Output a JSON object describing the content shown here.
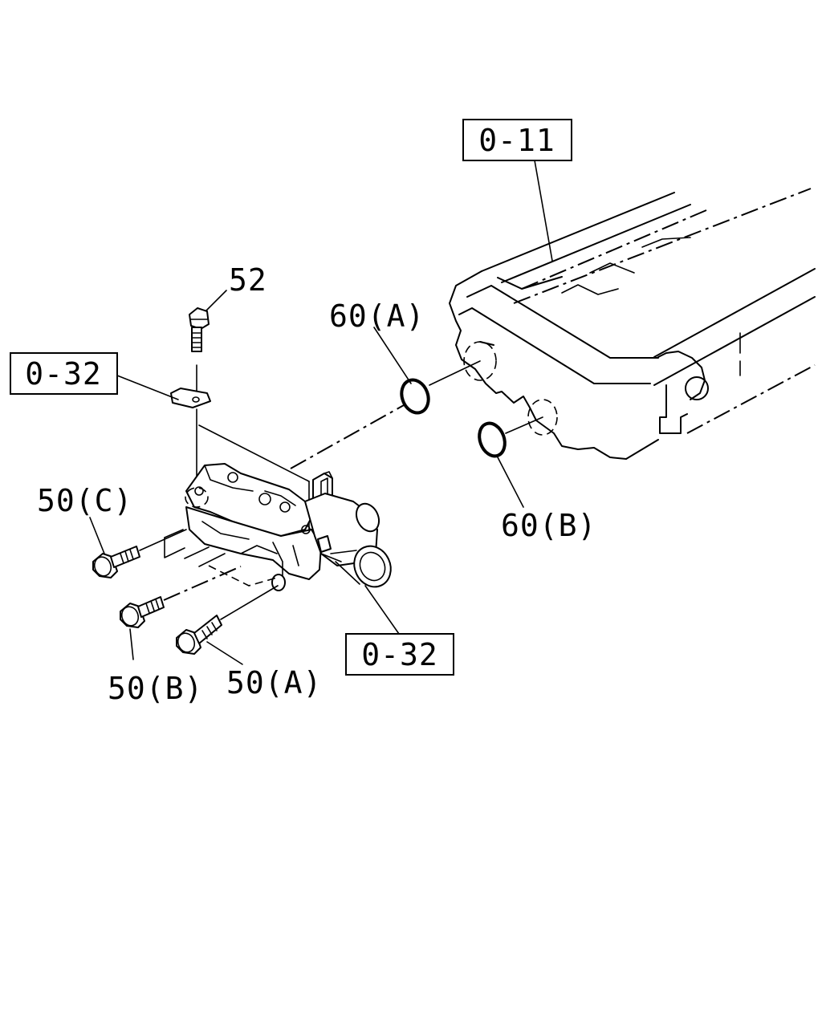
{
  "callouts": {
    "ref_top": "0-11",
    "ref_left": "0-32",
    "ref_bottom": "0-32",
    "part_52": "52",
    "part_60a": "60(A)",
    "part_60b": "60(B)",
    "part_50c": "50(C)",
    "part_50b": "50(B)",
    "part_50a": "50(A)"
  }
}
